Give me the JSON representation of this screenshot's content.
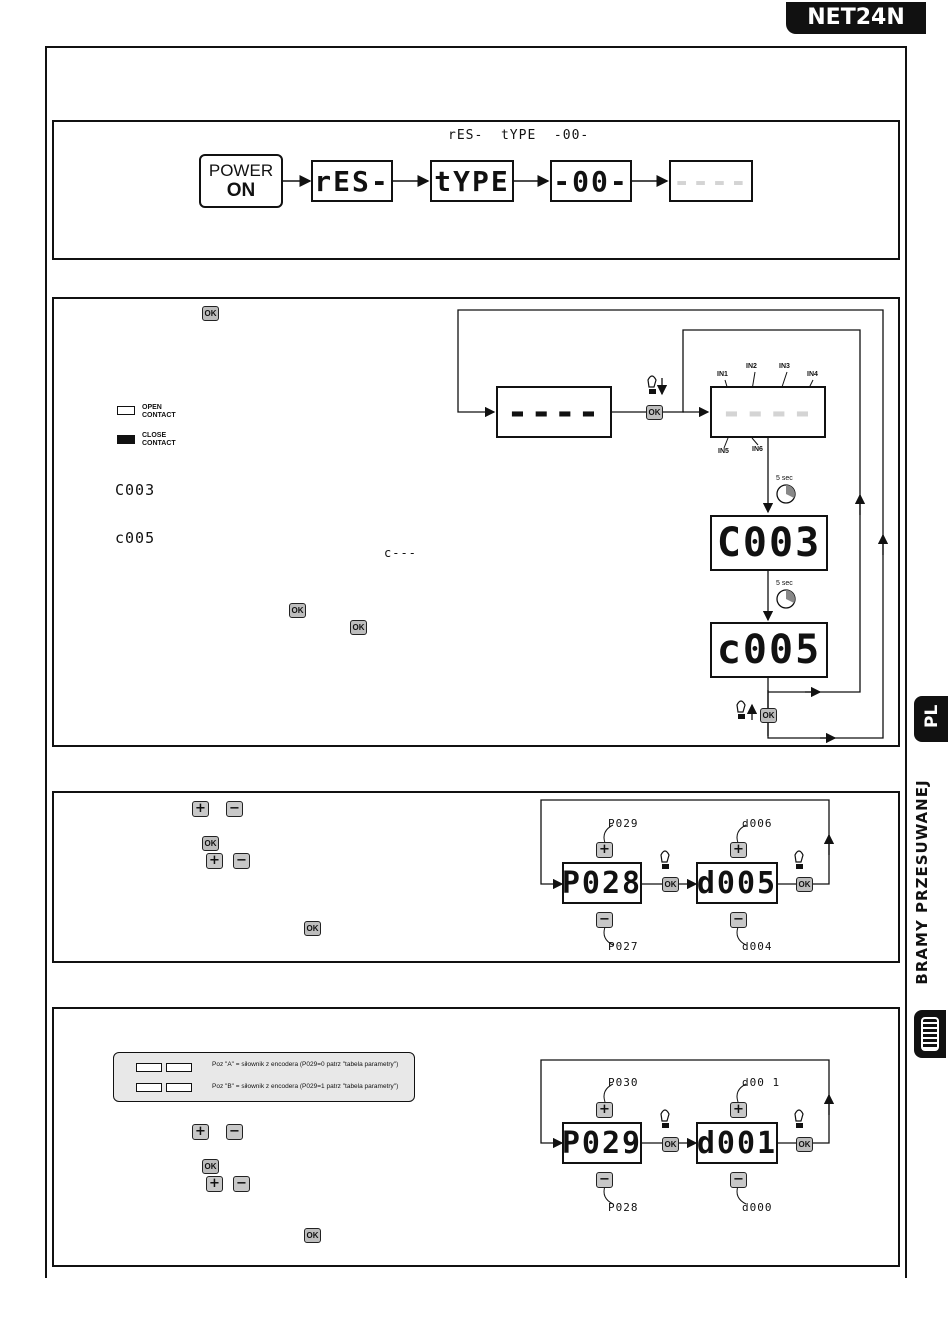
{
  "header": {
    "model": "NET24N"
  },
  "side": {
    "lang": "PL",
    "section": "BRAMY PRZESUWANEJ"
  },
  "panel1": {
    "sequence_text": "rES-  tYPE  -00-",
    "power_line1": "POWER",
    "power_line2": "ON",
    "displays": [
      "rES-",
      "tYPE",
      "-00-",
      "----"
    ]
  },
  "panel2": {
    "ok": "OK",
    "legend_open": "OPEN CONTACT",
    "legend_close": "CLOSE CONTACT",
    "code1": "C003",
    "code2": "c005",
    "code_partial": "c---",
    "display_main": "----",
    "display_inputs": "----",
    "display_c003": "C003",
    "display_c005": "c005",
    "in_labels": [
      "IN1",
      "IN2",
      "IN3",
      "IN4"
    ],
    "in_labels_bottom": [
      "IN5",
      "IN6"
    ],
    "timer": "5 sec"
  },
  "panel3": {
    "plus": "+",
    "minus": "−",
    "ok": "OK",
    "display_p": "P028",
    "display_d": "d005",
    "p_up": "P029",
    "p_down": "P027",
    "d_up": "d006",
    "d_down": "d004"
  },
  "panel4": {
    "motor_a": "Poz \"A\" = siłownik z encodera (P029=0 patrz \"tabela parametry\")",
    "motor_b": "Poz \"B\" = siłownik z encodera (P029=1 patrz \"tabela parametry\")",
    "display_p": "P029",
    "display_d": "d001",
    "p_up": "P030",
    "p_down": "P028",
    "d_up": "d00 1",
    "d_down": "d000"
  }
}
